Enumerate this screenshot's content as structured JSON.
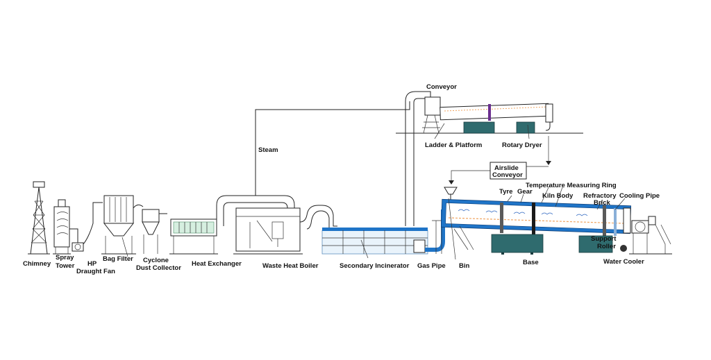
{
  "labels": {
    "chimney": "Chimney",
    "spray_tower_1": "Spray",
    "spray_tower_2": "Tower",
    "hp_draught_fan_1": "HP",
    "hp_draught_fan_2": "Draught Fan",
    "bag_filter": "Bag Filter",
    "cyclone_1": "Cyclone",
    "cyclone_2": "Dust Collector",
    "heat_exchanger": "Heat Exchanger",
    "waste_heat_boiler": "Waste Heat Boiler",
    "secondary_incinerator": "Secondary Incinerator",
    "gas_pipe": "Gas Pipe",
    "bin": "Bin",
    "base": "Base",
    "water_cooler": "Water Cooler",
    "support_roller_1": "Support",
    "support_roller_2": "Roller",
    "cooling_pipe": "Cooling Pipe",
    "refractory_brick_1": "Refractory",
    "refractory_brick_2": "Brick",
    "kiln_body": "Kiln Body",
    "temperature_measuring_ring": "Temperature Measuring Ring",
    "tyre": "Tyre",
    "gear": "Gear",
    "airslide_conveyor_1": "Airslide",
    "airslide_conveyor_2": "Conveyor",
    "steam": "Steam",
    "conveyor": "Conveyor",
    "ladder_platform": "Ladder & Platform",
    "rotary_dryer": "Rotary Dryer"
  }
}
